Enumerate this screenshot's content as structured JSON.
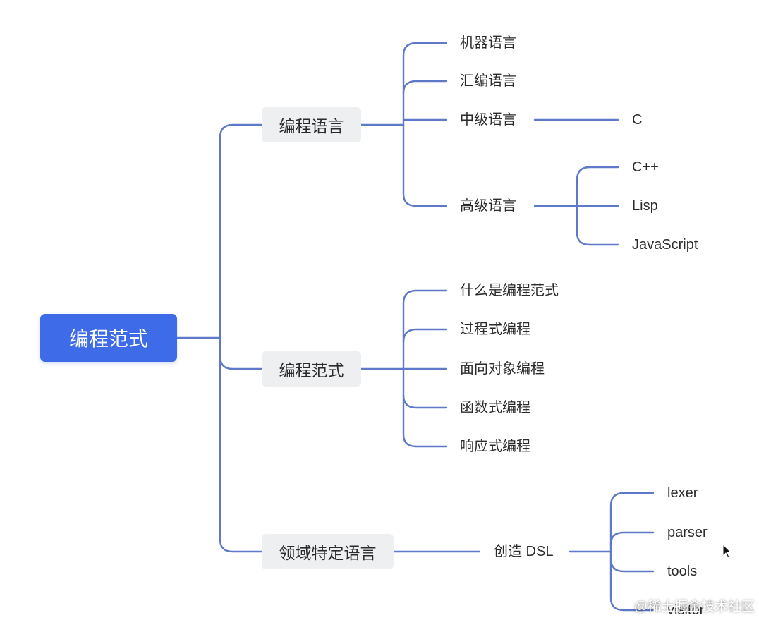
{
  "root": {
    "label": "编程范式"
  },
  "branches": [
    {
      "label": "编程语言",
      "children": [
        {
          "label": "机器语言"
        },
        {
          "label": "汇编语言"
        },
        {
          "label": "中级语言",
          "children": [
            {
              "label": "C"
            }
          ]
        },
        {
          "label": "高级语言",
          "children": [
            {
              "label": "C++"
            },
            {
              "label": "Lisp"
            },
            {
              "label": "JavaScript"
            }
          ]
        }
      ]
    },
    {
      "label": "编程范式",
      "children": [
        {
          "label": "什么是编程范式"
        },
        {
          "label": "过程式编程"
        },
        {
          "label": "面向对象编程"
        },
        {
          "label": "函数式编程"
        },
        {
          "label": "响应式编程"
        }
      ]
    },
    {
      "label": "领域特定语言",
      "children": [
        {
          "label": "创造 DSL",
          "children": [
            {
              "label": "lexer"
            },
            {
              "label": "parser"
            },
            {
              "label": "tools"
            },
            {
              "label": "visitor"
            }
          ]
        }
      ]
    }
  ],
  "watermark": "@稀土掘金技术社区",
  "colors": {
    "root_bg": "#3e6be7",
    "branch_bg": "#eeeff1",
    "connector": "#5f79c9"
  }
}
